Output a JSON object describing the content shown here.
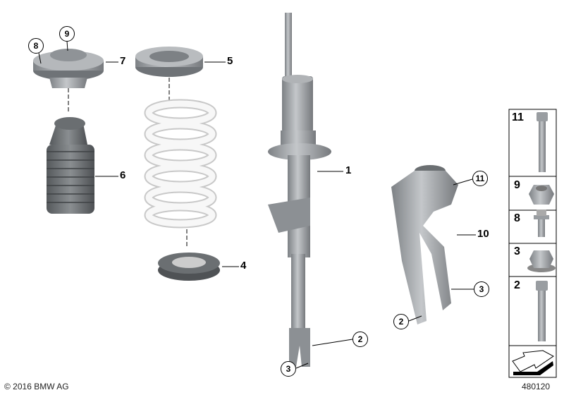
{
  "callouts": {
    "strut": "1",
    "spring_lower_pad": "4",
    "spring_upper_pad": "5",
    "dust_boot": "6",
    "support_bearing": "7",
    "swivel_bearing": "10",
    "circled_8": "8",
    "circled_9": "9",
    "circled_2_strut": "2",
    "circled_3_strut": "3",
    "circled_11": "11",
    "circled_2_bearing": "2",
    "circled_3_bearing": "3"
  },
  "fasteners_panel": {
    "items": [
      {
        "number": "11",
        "icon": "hex-bolt-long"
      },
      {
        "number": "9",
        "icon": "self-locking-nut"
      },
      {
        "number": "8",
        "icon": "hex-bolt-short"
      },
      {
        "number": "3",
        "icon": "collar-nut"
      },
      {
        "number": "2",
        "icon": "hex-bolt"
      }
    ],
    "direction_icon": "front-direction-arrow"
  },
  "copyright": "© 2016 BMW AG",
  "diagram_id": "480120",
  "colors": {
    "part_grey": "#9a9ea2",
    "spring_white": "#f2f2f2",
    "line": "#000000"
  }
}
